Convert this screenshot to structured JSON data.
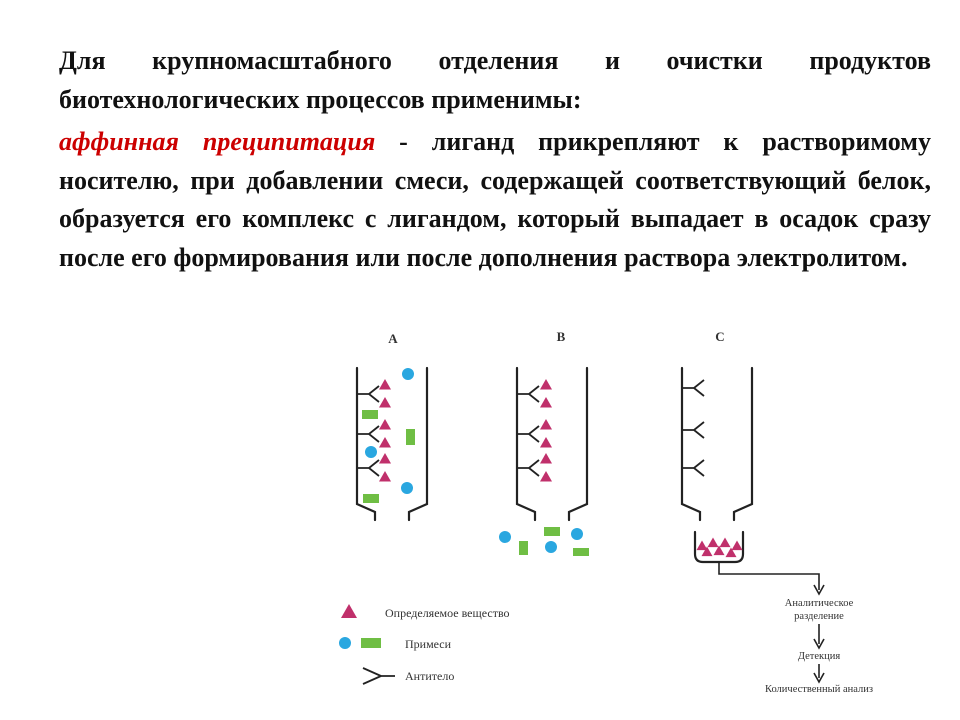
{
  "heading": "Для крупномасштабного отделения и очистки продуктов биотехнологических процессов применимы:",
  "definition": {
    "term": "аффинная преципитация",
    "text": " - лиганд прикрепляют к растворимому носителю, при добавлении смеси, содержащей соответствующий белок, образуется его комплекс с лигандом, который выпадает в осадок сразу после его формирования или после дополнения раствора электролитом."
  },
  "figure": {
    "panels": [
      "A",
      "B",
      "C"
    ],
    "legend": [
      {
        "label": "Определяемое вещество",
        "icon": "triangle-icon"
      },
      {
        "label": "Примеси",
        "icon": "circle-and-rectangle-icon"
      },
      {
        "label": "Антитело",
        "icon": "antibody-icon"
      }
    ],
    "flow": [
      "Аналитическое разделение",
      "Детекция",
      "Количественный анализ"
    ],
    "colors": {
      "analyte": "#c0306b",
      "impurity_circle": "#2aa7e0",
      "impurity_rect": "#6fbe44",
      "line": "#222222"
    }
  }
}
